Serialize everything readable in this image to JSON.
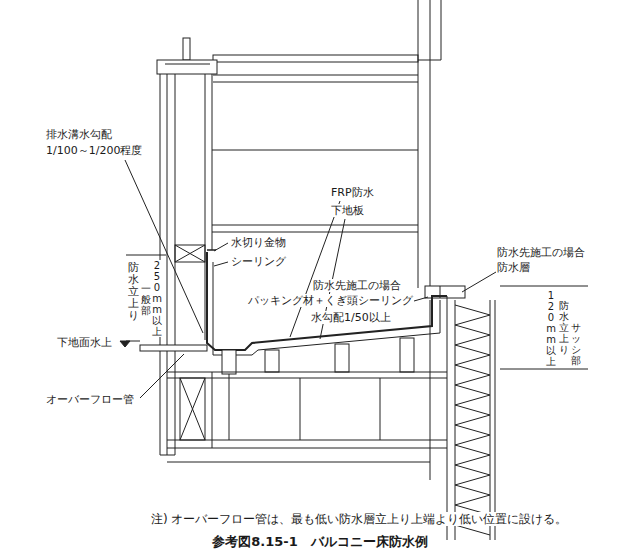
{
  "diagram": {
    "caption": "参考図8.15-1　バルコニー床防水例",
    "labels": [
      "排水溝水勾配",
      "1/100～1/200程度",
      "FRP防水",
      "下地板",
      "水切り金物",
      "シーリング",
      "防水先施工の場合",
      "防水層",
      "防水立上り",
      "一般部",
      "250mm以上",
      "防水先施工の場合",
      "パッキング材＋くぎ頭シーリング",
      "120mm以上",
      "防水立上り",
      "サッシ部",
      "水勾配1/50以上",
      "下地面水上",
      "オーバーフロー管",
      "注) オーバーフロー管は、最も低い防水層立上り上端より低い位置に設ける。"
    ]
  }
}
